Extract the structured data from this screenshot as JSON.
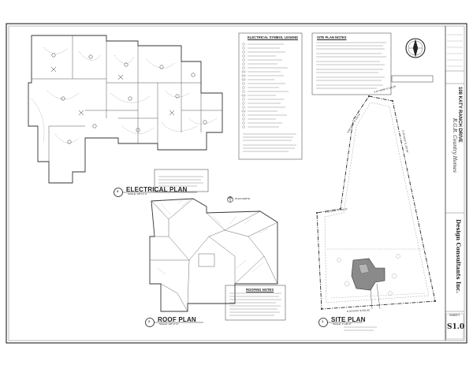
{
  "plans": {
    "electrical": {
      "title": "ELECTRICAL PLAN",
      "number": "3",
      "scale": "SCALE: 1/8\"=1'-0\""
    },
    "roof": {
      "title": "ROOF PLAN",
      "number": "2",
      "scale": "SCALE: 1/8\"=1'-0\""
    },
    "site": {
      "title": "SITE PLAN",
      "number": "1",
      "scale": "SCALE: 1\"=40'-0\""
    }
  },
  "north": {
    "label": "PLAN NORTH"
  },
  "legends": {
    "electrical_symbol_legend": "ELECTRICAL SYMBOL LEGEND",
    "site_plan_notes": "SITE PLAN NOTES",
    "roofing_notes": "ROOFING NOTES"
  },
  "site_bearings": [
    "S 87°48'09\" E 115.29'",
    "N 50°01'29\" E 119.10'",
    "S 20°24'52\" E 215.54'",
    "N 00°00'00\" E 261.60'",
    "S 02°25'51\" E 119.01'"
  ],
  "title_block": {
    "address": "108 KATY RANCH DRIVE",
    "company": "Design Consultants Inc.",
    "client": "R.G.R. Country Homes",
    "sheet_label": "SHEET",
    "sheet_number": "S1.0"
  }
}
